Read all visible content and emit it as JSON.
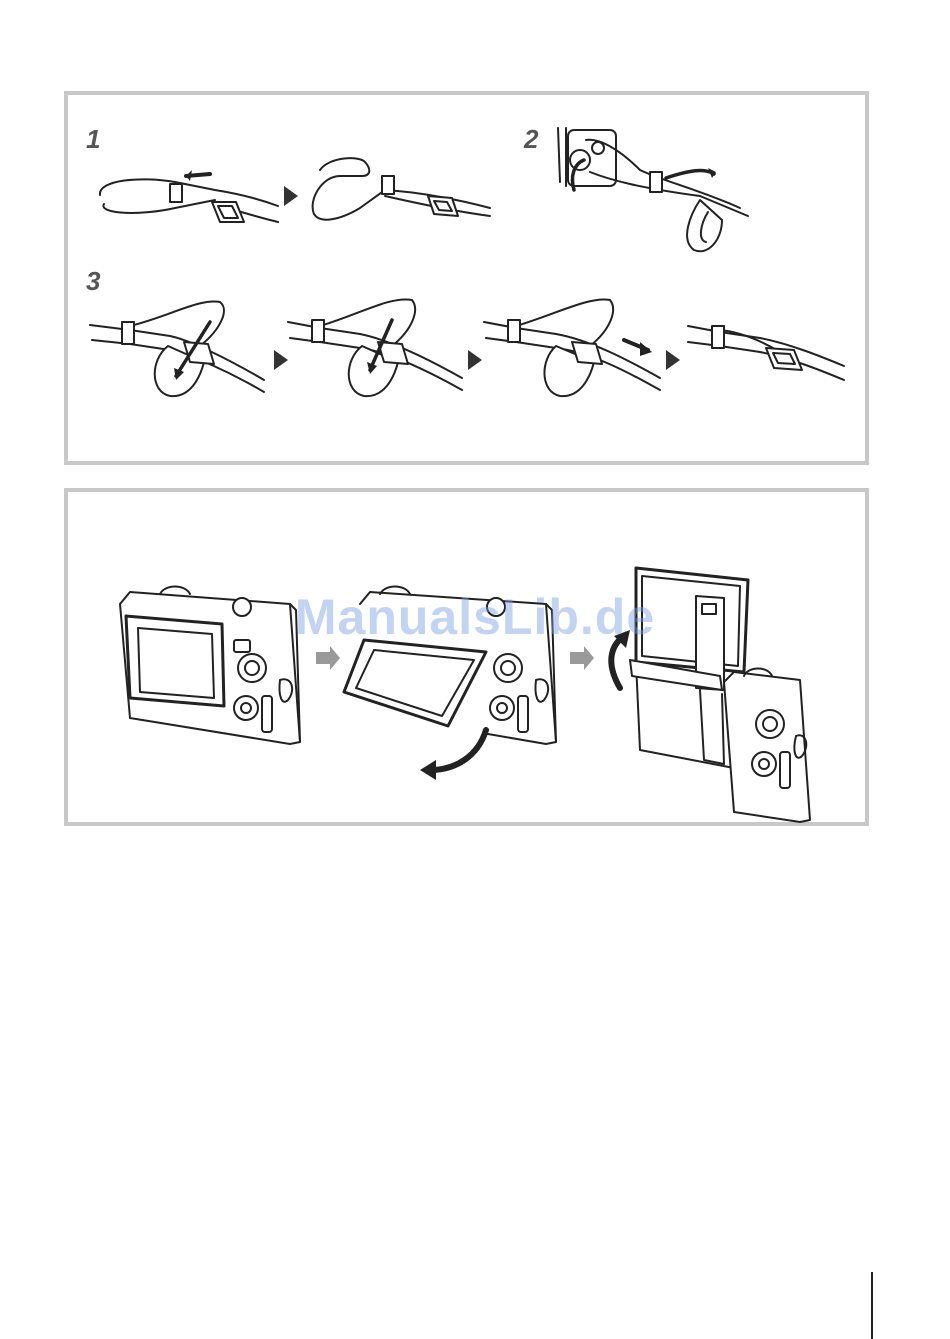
{
  "strap_panel": {
    "steps": [
      "1",
      "2",
      "3"
    ]
  },
  "watermark": "ManualsLib.de",
  "colors": {
    "panel_border": "#c8c8c8",
    "line": "#222222",
    "arrow_gray": "#9a9a9a",
    "watermark": "#78a0e1"
  }
}
